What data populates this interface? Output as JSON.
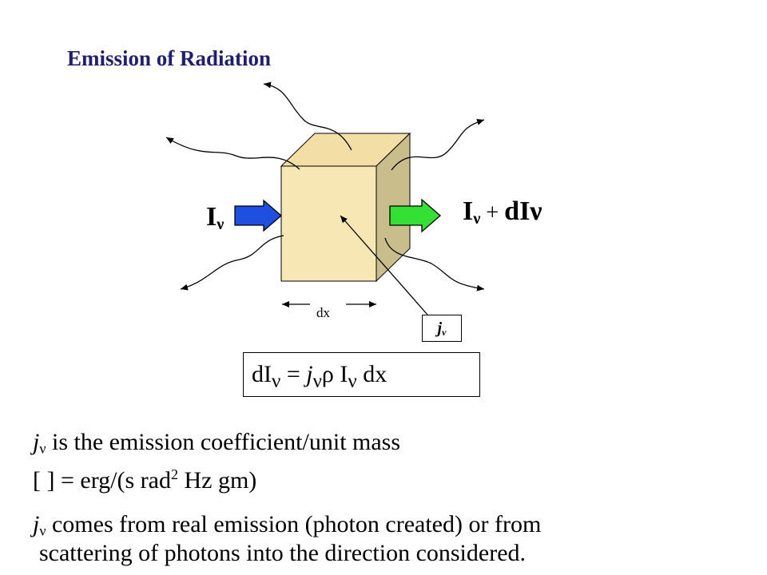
{
  "title": "Emission of Radiation",
  "diagram": {
    "incoming_main": "I",
    "incoming_sub": "ν",
    "outgoing_main": "I",
    "outgoing_sub": "ν",
    "outgoing_plus": " + ",
    "outgoing_increment": "dIν",
    "width_label": "dx",
    "coeff_main": "j",
    "coeff_sub": "ν",
    "colors": {
      "cube_front": "#f7e7b5",
      "cube_top": "#f3dfa6",
      "cube_side": "#c8bd8b",
      "arrow_in": "#1f4fe0",
      "arrow_out": "#33e033"
    }
  },
  "equation": {
    "lhs_main": "dI",
    "lhs_sub": "ν",
    "equals": " = ",
    "j_main": "j",
    "j_sub": "ν",
    "rho": "ρ",
    "I_main": " I",
    "I_sub": "ν",
    "tail": " dx"
  },
  "text": {
    "line1_var": "j",
    "line1_sub": "ν",
    "line1_rest": " is the emission coefficient/unit mass",
    "line2_pre": "[ ] = erg/(s rad",
    "line2_sup": "2",
    "line2_post": " Hz gm)",
    "line3_var": "j",
    "line3_sub": "ν",
    "line3_rest": " comes from real emission  (photon created) or from",
    "line4": "scattering of photons into the direction considered."
  }
}
